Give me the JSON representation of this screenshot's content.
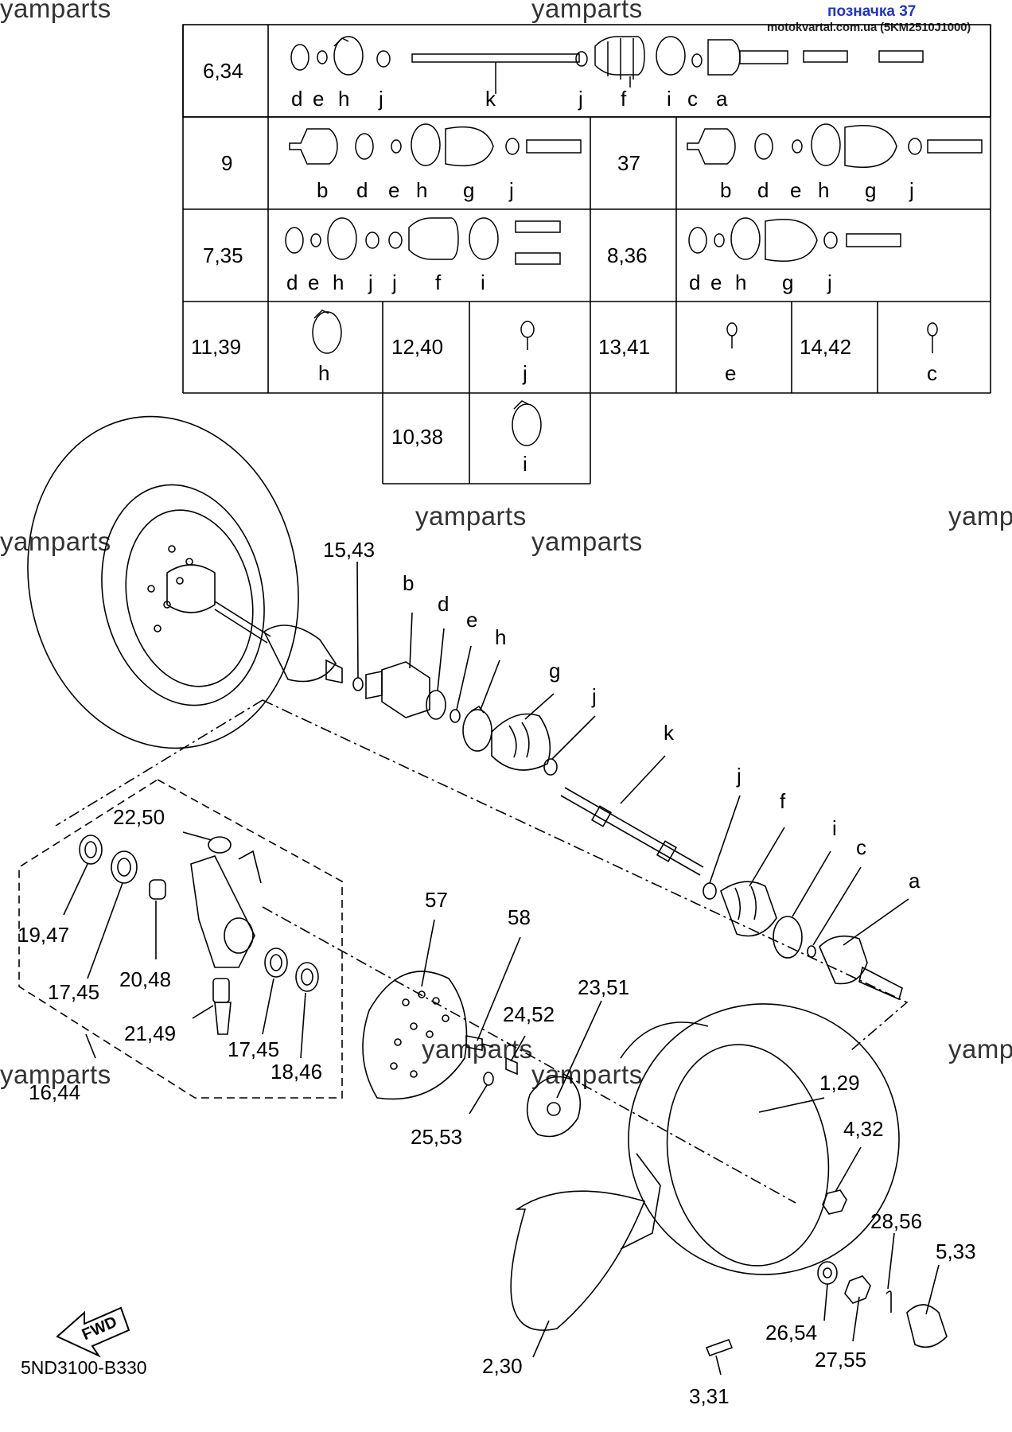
{
  "header": {
    "label": "позначка 37",
    "source": "motokvartal.com.ua (5KM2510J1000)"
  },
  "watermarks": [
    "yamparts",
    "yamparts",
    "yamparts",
    "yamparts",
    "yamparts",
    "yamp",
    "yamparts",
    "yamparts",
    "yamparts",
    "yamp"
  ],
  "table": {
    "rows": [
      {
        "num": "6,34",
        "letters": [
          "d",
          "e",
          "h",
          "j",
          "k",
          "j",
          "f",
          "i",
          "c",
          "a"
        ]
      },
      {
        "num": "9",
        "letters": [
          "b",
          "d",
          "e",
          "h",
          "g",
          "j"
        ],
        "num2": "37",
        "letters2": [
          "b",
          "d",
          "e",
          "h",
          "g",
          "j"
        ]
      },
      {
        "num": "7,35",
        "letters": [
          "d",
          "e",
          "h",
          "j",
          "j",
          "f",
          "i"
        ],
        "num2": "8,36",
        "letters2": [
          "d",
          "e",
          "h",
          "g",
          "j"
        ]
      },
      {
        "cells": [
          {
            "num": "11,39",
            "letter": "h"
          },
          {
            "num": "12,40",
            "letter": "j"
          },
          {
            "num": "13,41",
            "letter": "e"
          },
          {
            "num": "14,42",
            "letter": "c"
          }
        ]
      },
      {
        "cells": [
          {
            "num": "10,38",
            "letter": "i"
          }
        ]
      }
    ]
  },
  "callouts": {
    "c15": "15,43",
    "b": "b",
    "d": "d",
    "e": "e",
    "h": "h",
    "g": "g",
    "j": "j",
    "k": "k",
    "j2": "j",
    "f": "f",
    "i": "i",
    "c": "c",
    "a": "a",
    "c22": "22,50",
    "c19": "19,47",
    "c17a": "17,45",
    "c20": "20,48",
    "c21": "21,49",
    "c17b": "17,45",
    "c18": "18,46",
    "c16": "16,44",
    "c57": "57",
    "c58": "58",
    "c24": "24,52",
    "c23": "23,51",
    "c25": "25,53",
    "c1": "1,29",
    "c4": "4,32",
    "c28": "28,56",
    "c5": "5,33",
    "c26": "26,54",
    "c27": "27,55",
    "c2": "2,30",
    "c3": "3,31"
  },
  "fwd": "FWD",
  "diagram_code": "5ND3100-B330"
}
